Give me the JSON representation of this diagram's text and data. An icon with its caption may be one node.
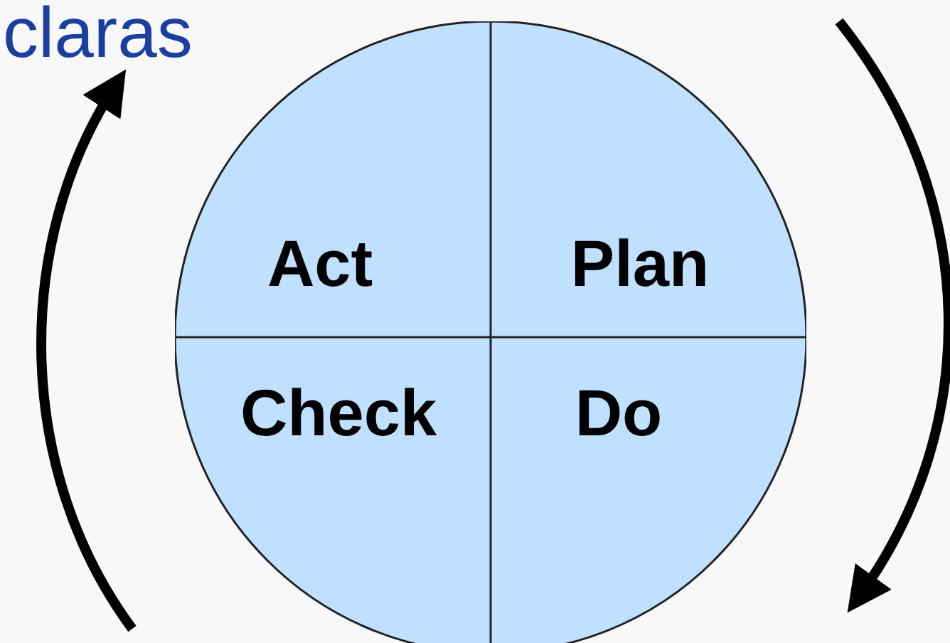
{
  "diagram": {
    "nodes": [
      {
        "text": [
          "Act"
        ]
      },
      {
        "text": [
          "Plan"
        ]
      },
      {
        "text": [
          "Check"
        ]
      },
      {
        "text": [
          "Do"
        ]
      }
    ],
    "edges": [],
    "labels": [
      "claras"
    ]
  }
}
